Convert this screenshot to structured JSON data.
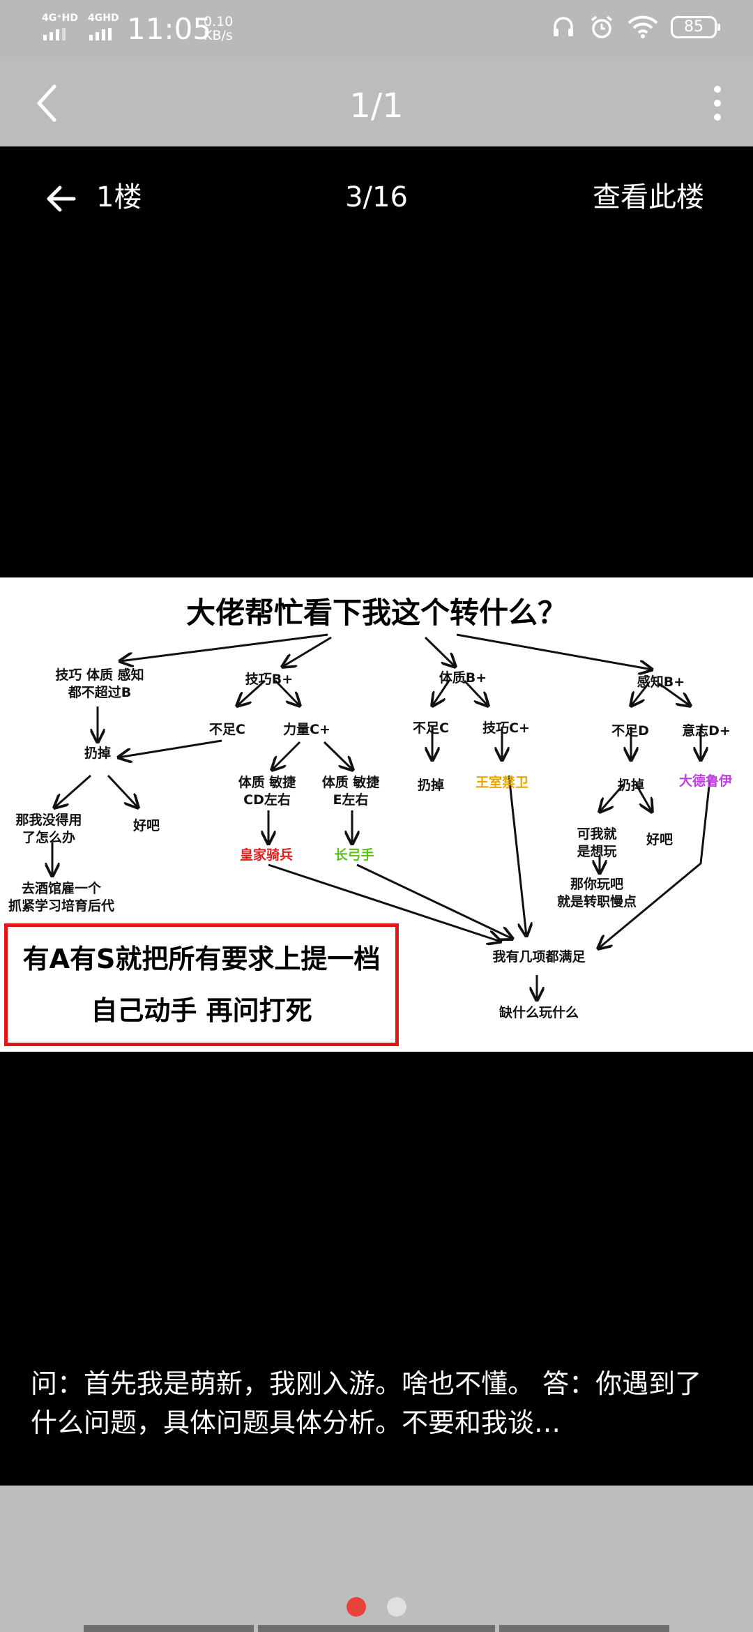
{
  "status_bar": {
    "network_1": "4G⁺HD",
    "network_2": "4GHD",
    "time": "11:05",
    "speed_value": "0.10",
    "speed_unit": "KB/s",
    "battery": "85"
  },
  "nav": {
    "title": "1/1"
  },
  "viewer": {
    "floor": "1楼",
    "page": "3/16",
    "view_floor": "查看此楼"
  },
  "flowchart": {
    "title": "大佬帮忙看下我这个转什么？",
    "left": {
      "cond": "技巧 体质 感知\n都不超过B",
      "discard": "扔掉",
      "ask": "那我没得用\n了怎么办",
      "ok": "好吧",
      "tavern": "去酒馆雇一个\n抓紧学习培育后代"
    },
    "skill": {
      "head": "技巧B+",
      "low": "不足C",
      "power": "力量C+",
      "opt1": "体质 敏捷\nCD左右",
      "opt2": "体质 敏捷\nE左右",
      "job1": "皇家骑兵",
      "job2": "长弓手"
    },
    "body": {
      "head": "体质B+",
      "low": "不足C",
      "skill": "技巧C+",
      "discard": "扔掉",
      "job": "王室禁卫"
    },
    "sense": {
      "head": "感知B+",
      "low": "不足D",
      "will": "意志D+",
      "discard": "扔掉",
      "job": "大德鲁伊",
      "want": "可我就\n是想玩",
      "ok": "好吧",
      "play": "那你玩吧\n就是转职慢点"
    },
    "all": "我有几项都满足",
    "lack": "缺什么玩什么",
    "note_line1": "有A有S就把所有要求上提一档",
    "note_line2": "自己动手 再问打死"
  },
  "caption": "问：首先我是萌新，我刚入游。啥也不懂。 答：你遇到了什么问题，具体问题具体分析。不要和我谈…",
  "pager": {
    "count": 2,
    "active": 0
  },
  "colors": {
    "red": "#e02020",
    "orange": "#e6a800",
    "green": "#5bbf1a",
    "purple": "#c040e0",
    "pager_active": "#e8433a"
  }
}
